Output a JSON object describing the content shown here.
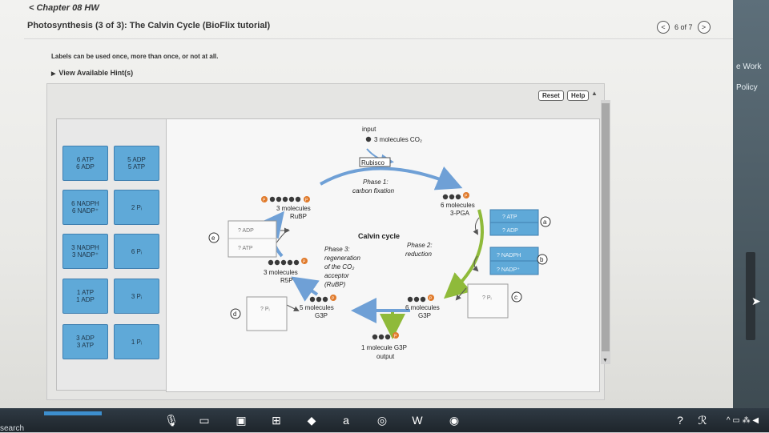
{
  "header": {
    "chapter": "< Chapter 08 HW",
    "title": "Photosynthesis (3 of 3): The Calvin Cycle (BioFlix tutorial)",
    "pager_prev": "<",
    "pager_text": "6 of 7",
    "pager_next": ">"
  },
  "instructions": "Labels can be used once, more than once, or not at all.",
  "hints": "View Available Hint(s)",
  "hints_icon": "triangle-right-icon",
  "toolbar": {
    "reset": "Reset",
    "help": "Help"
  },
  "side_links": [
    "e Work",
    "Policy"
  ],
  "labels": [
    "6 ATP\n6 ADP",
    "5 ADP\n5 ATP",
    "6 NADPH\n6 NADP⁺",
    "2 Pᵢ",
    "3 NADPH\n3 NADP⁺",
    "6 Pᵢ",
    "1 ATP\n1 ADP",
    "3 Pᵢ",
    "3 ADP\n3 ATP",
    "1 Pᵢ"
  ],
  "diagram": {
    "input_title": "input",
    "input_detail": "3 molecules CO₂",
    "rubisco": "Rubisco",
    "phase1_title": "Phase 1:",
    "phase1_detail": "carbon fixation",
    "rubp_count": "3 molecules",
    "rubp_name": "RuBP",
    "pga_count": "6 molecules",
    "pga_name": "3-PGA",
    "cycle_name": "Calvin cycle",
    "phase2_title": "Phase 2:",
    "phase2_detail": "reduction",
    "phase3_title": "Phase 3:",
    "phase3_line1": "regeneration",
    "phase3_line2": "of the CO₂",
    "phase3_line3": "acceptor",
    "phase3_line4": "(RuBP)",
    "r5p_count": "3 molecules",
    "r5p_name": "R5P",
    "g3p5_count": "5 molecules",
    "g3p5_name": "G3P",
    "g3p6_count": "6 molecules",
    "g3p6_name": "G3P",
    "output_count": "1 molecule G3P",
    "output_label": "output",
    "drop_e_top": "? ADP",
    "drop_e_bottom": "? ATP",
    "drop_a_top": "? ATP",
    "drop_a_bottom": "? ADP",
    "drop_b_top": "? NADPH",
    "drop_b_bottom": "? NADP⁺",
    "drop_c": "? Pᵢ",
    "drop_d": "? Pᵢ",
    "marker_a": "a",
    "marker_b": "b",
    "marker_c": "c",
    "marker_d": "d",
    "marker_e": "e",
    "phosphate": "P"
  },
  "taskbar": {
    "search_fragment": "search",
    "icons": [
      "microphone-icon",
      "task-view-icon",
      "file-explorer-icon",
      "store-icon",
      "dropbox-icon",
      "amazon-icon",
      "tripadvisor-icon",
      "word-icon",
      "chrome-icon"
    ],
    "tray_text": "^ ▭ ⁂ ◀"
  },
  "colors": {
    "tile": "#5fa9d8",
    "arrow": "#6fa0d6",
    "molecule": "#3a3a3a",
    "phosphate": "#e07a2b",
    "green_arrow": "#8fba3a"
  }
}
